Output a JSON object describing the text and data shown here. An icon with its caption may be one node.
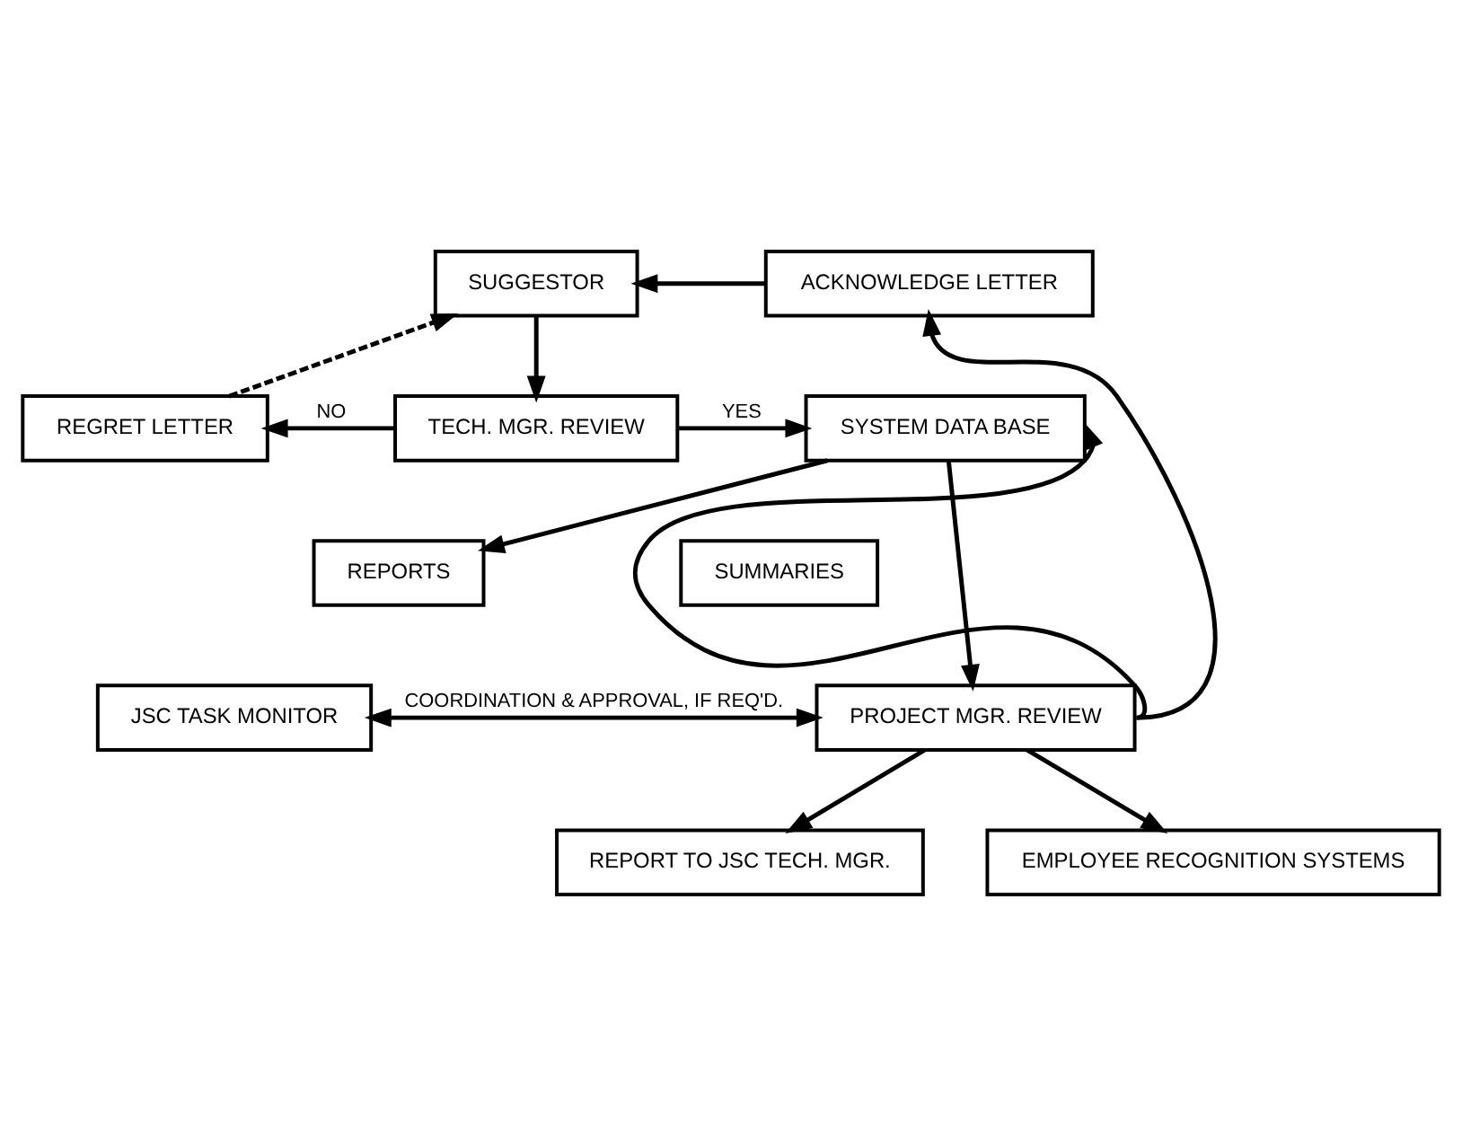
{
  "diagram": {
    "nodes": [
      {
        "text": [
          "SUGGESTOR"
        ]
      },
      {
        "text": [
          "ACKNOWLEDGE LETTER"
        ]
      },
      {
        "text": [
          "REGRET LETTER"
        ]
      },
      {
        "text": [
          "TECH. MGR. REVIEW"
        ]
      },
      {
        "text": [
          "SYSTEM DATA BASE"
        ]
      },
      {
        "text": [
          "REPORTS"
        ]
      },
      {
        "text": [
          "SUMMARIES"
        ]
      },
      {
        "text": [
          "JSC TASK MONITOR"
        ]
      },
      {
        "text": [
          "PROJECT MGR. REVIEW"
        ]
      },
      {
        "text": [
          "REPORT TO JSC TECH. MGR."
        ]
      },
      {
        "text": [
          "EMPLOYEE RECOGNITION SYSTEMS"
        ]
      }
    ],
    "edges": [
      {
        "from": 1,
        "to": 0,
        "arrow": "to"
      },
      {
        "from": 0,
        "to": 3,
        "arrow": "to"
      },
      {
        "from": 3,
        "to": 2,
        "arrow": "to",
        "label": "NO"
      },
      {
        "from": 3,
        "to": 4,
        "arrow": "to",
        "label": "YES"
      },
      {
        "from": 2,
        "to": 0,
        "arrow": "to",
        "style": "dashed"
      },
      {
        "from": 4,
        "to": 5,
        "arrow": "to"
      },
      {
        "from": 4,
        "to": 8,
        "arrow": "to"
      },
      {
        "from": 8,
        "to": 1,
        "arrow": "to"
      },
      {
        "from": 8,
        "to": 4,
        "arrow": "to"
      },
      {
        "from": 8,
        "to": 7,
        "arrow": "both",
        "label": "COORDINATION & APPROVAL, IF REQ'D."
      },
      {
        "from": 8,
        "to": 9,
        "arrow": "to"
      },
      {
        "from": 8,
        "to": 10,
        "arrow": "to"
      }
    ]
  }
}
